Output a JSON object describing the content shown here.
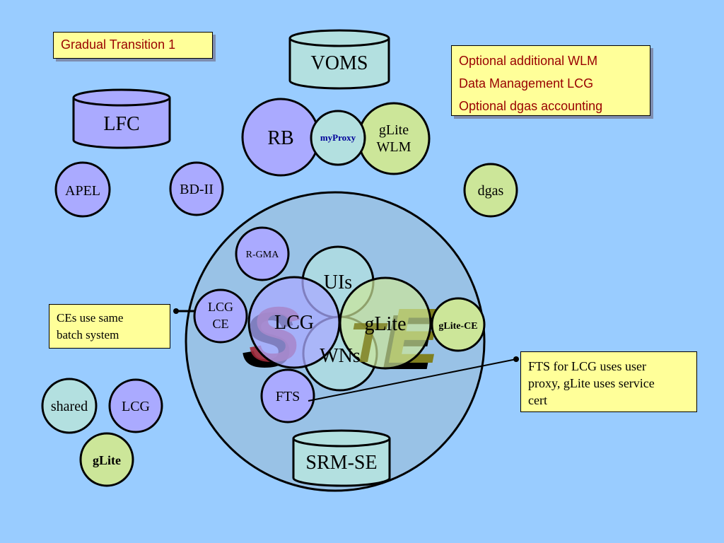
{
  "title_box": {
    "text": "Gradual Transition 1"
  },
  "wlm_notes": [
    "Optional additional WLM",
    "Data Management LCG",
    "Optional dgas accounting"
  ],
  "ce_note": {
    "lines": [
      "CEs use same",
      "batch system"
    ]
  },
  "fts_note": {
    "lines": [
      "FTS for LCG uses user",
      "proxy, gLite uses service",
      "cert"
    ]
  },
  "databases": {
    "voms": "VOMS",
    "lfc": "LFC",
    "srm_se": "SRM-SE"
  },
  "services": {
    "rb": "RB",
    "myproxy": "myProxy",
    "glite_wlm": [
      "gLite",
      "WLM"
    ],
    "apel": "APEL",
    "bdii": "BD-II",
    "dgas": "dgas",
    "rgma": "R-GMA",
    "uis": "UIs",
    "lcg_ce": [
      "LCG",
      "CE"
    ],
    "lcg": "LCG",
    "glite": "gLite",
    "glite_ce": "gLite-CE",
    "wns": "WNs",
    "fts": "FTS"
  },
  "site_letters": {
    "s": "S",
    "t": "T",
    "e": "E"
  },
  "legend": {
    "shared": "shared",
    "lcg": "LCG",
    "glite": "gLite"
  },
  "colors": {
    "background": "#99ccff",
    "lcg_fill": "#aaaaff",
    "glite_fill": "#cce699",
    "shared_fill": "#b3e0e0",
    "site_fill": "#99c2e6",
    "note_fill": "#ffff99",
    "note_text": "#990000"
  }
}
